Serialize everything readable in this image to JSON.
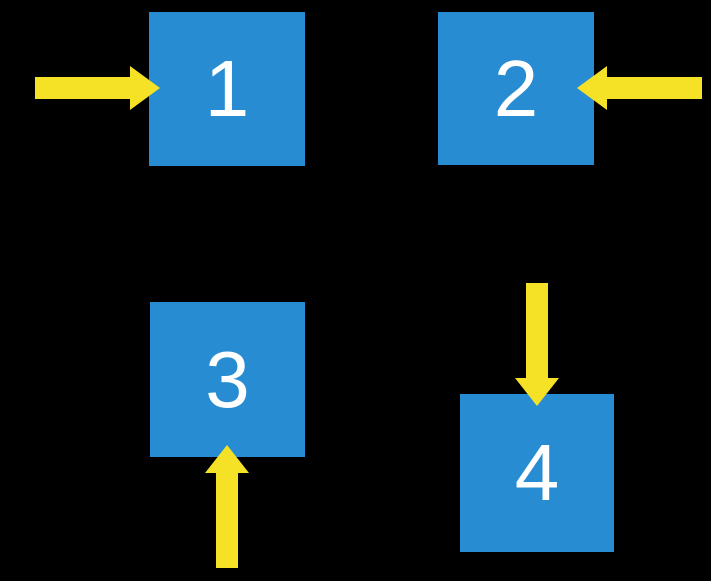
{
  "diagram": {
    "background": "#000000",
    "colors": {
      "square": "#288CD2",
      "arrow": "#F5E227",
      "label": "#FFFFFF"
    },
    "squares": [
      {
        "label": "1",
        "arrow_side": "left",
        "arrow_direction": "right"
      },
      {
        "label": "2",
        "arrow_side": "right",
        "arrow_direction": "left"
      },
      {
        "label": "3",
        "arrow_side": "bottom",
        "arrow_direction": "up"
      },
      {
        "label": "4",
        "arrow_side": "top",
        "arrow_direction": "down"
      }
    ]
  }
}
